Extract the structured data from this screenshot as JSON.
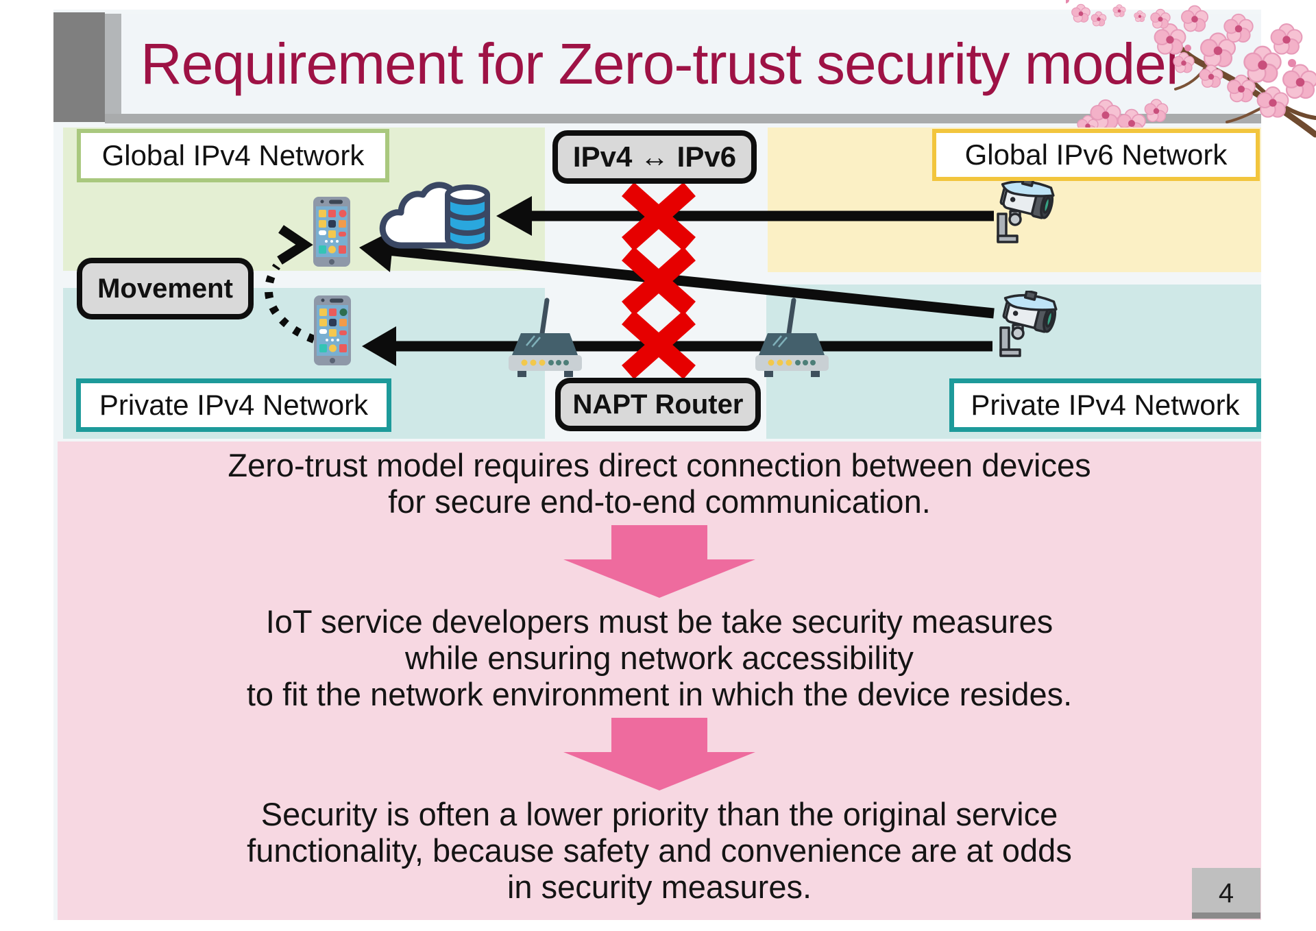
{
  "slide": {
    "title": "Requirement for Zero-trust security model",
    "page_number": "4"
  },
  "diagram": {
    "region_labels": {
      "global_ipv4": "Global IPv4 Network",
      "global_ipv6": "Global IPv6 Network",
      "private_ipv4_left": "Private IPv4 Network",
      "private_ipv4_right": "Private IPv4 Network"
    },
    "tags": {
      "movement": "Movement",
      "ipv4_ipv6": "IPv4 ↔ IPv6",
      "napt_router": "NAPT Router"
    },
    "icons": [
      "smartphone-icon",
      "cloud-database-icon",
      "cctv-camera-icon",
      "wifi-router-icon",
      "blocked-cross-icon",
      "movement-arrow-icon",
      "connection-arrow"
    ],
    "colors": {
      "green_region": "#E4EFD3",
      "green_border": "#A9C87E",
      "yellow_region": "#FBF0C5",
      "yellow_border": "#F2C53D",
      "blue_region": "#CFE8E7",
      "teal_border": "#1D9A9A",
      "tag_bg": "#D9D9D9",
      "cross_red": "#E60000",
      "title_color": "#9E1245",
      "panel_pink": "#F7D8E2",
      "arrow_pink": "#EE6B9E"
    }
  },
  "body": {
    "paragraphs": [
      {
        "lines": [
          "Zero-trust model requires direct connection between devices",
          "for secure end-to-end communication."
        ]
      },
      {
        "lines": [
          "IoT service developers must be take security measures",
          "while ensuring network accessibility",
          "to fit the network environment in which the device resides."
        ]
      },
      {
        "lines": [
          "Security is often a lower priority than the original service",
          "functionality, because safety and convenience are at odds",
          "in security measures."
        ]
      }
    ]
  }
}
